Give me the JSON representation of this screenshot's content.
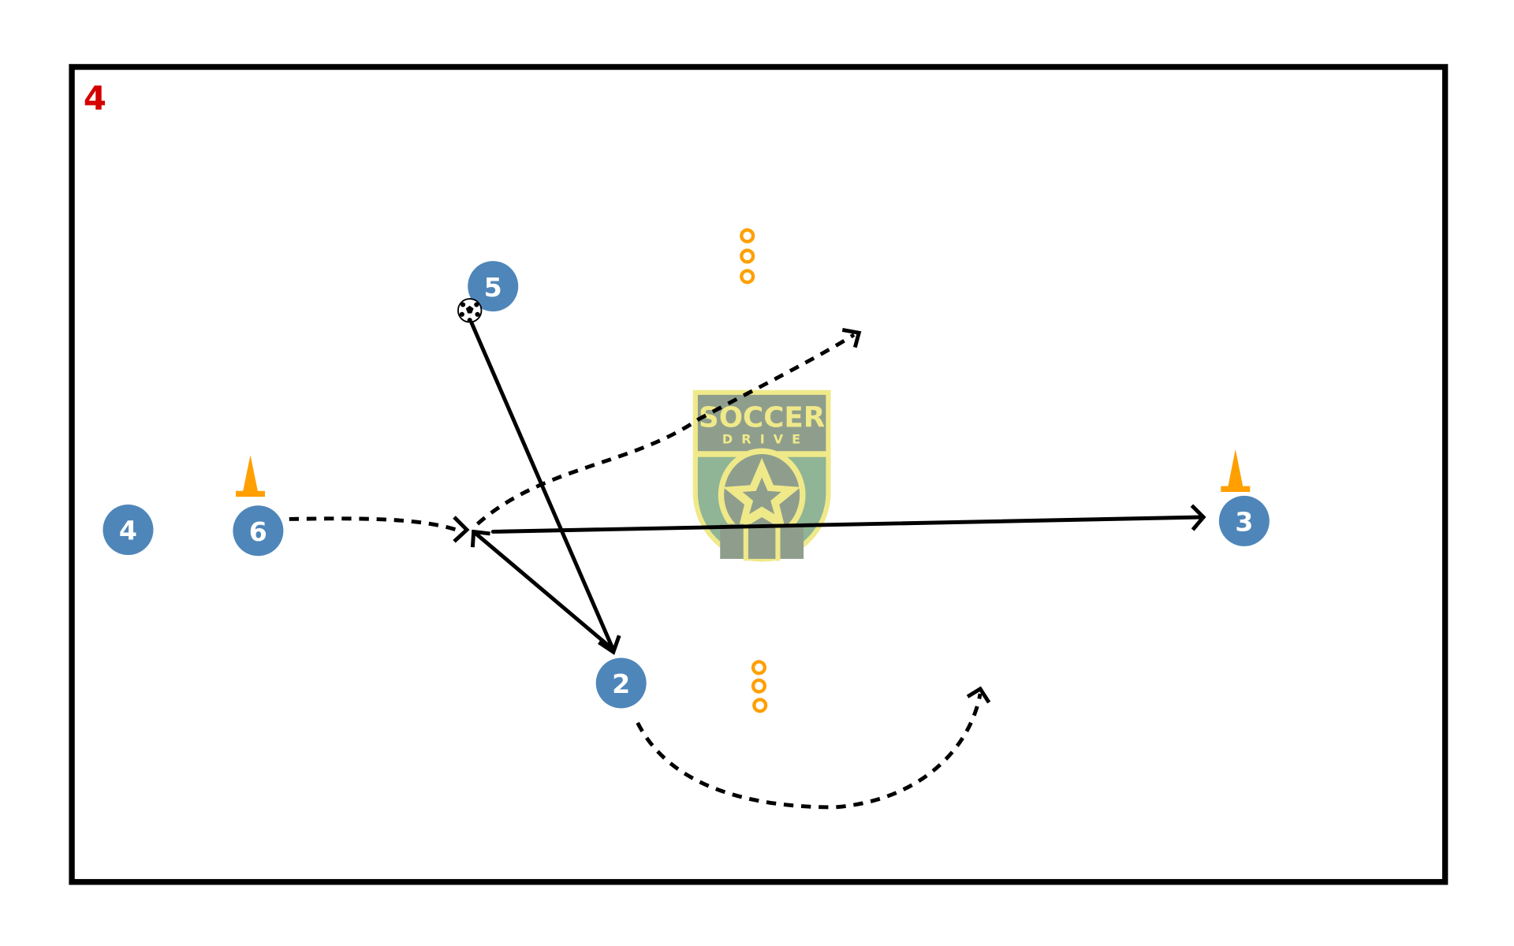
{
  "diagram": {
    "title": "4",
    "players": [
      {
        "label": "4"
      },
      {
        "label": "6"
      },
      {
        "label": "5"
      },
      {
        "label": "2"
      },
      {
        "label": "3"
      }
    ],
    "logo": {
      "line1": "SOCCER",
      "line2": "DRIVE"
    },
    "colors": {
      "player": "#4f86b9",
      "cone": "#ff9f00",
      "title": "#d40000",
      "logo_yellow": "#efe98a",
      "logo_green": "#8fb496",
      "logo_gray": "#8f9e8c"
    }
  }
}
